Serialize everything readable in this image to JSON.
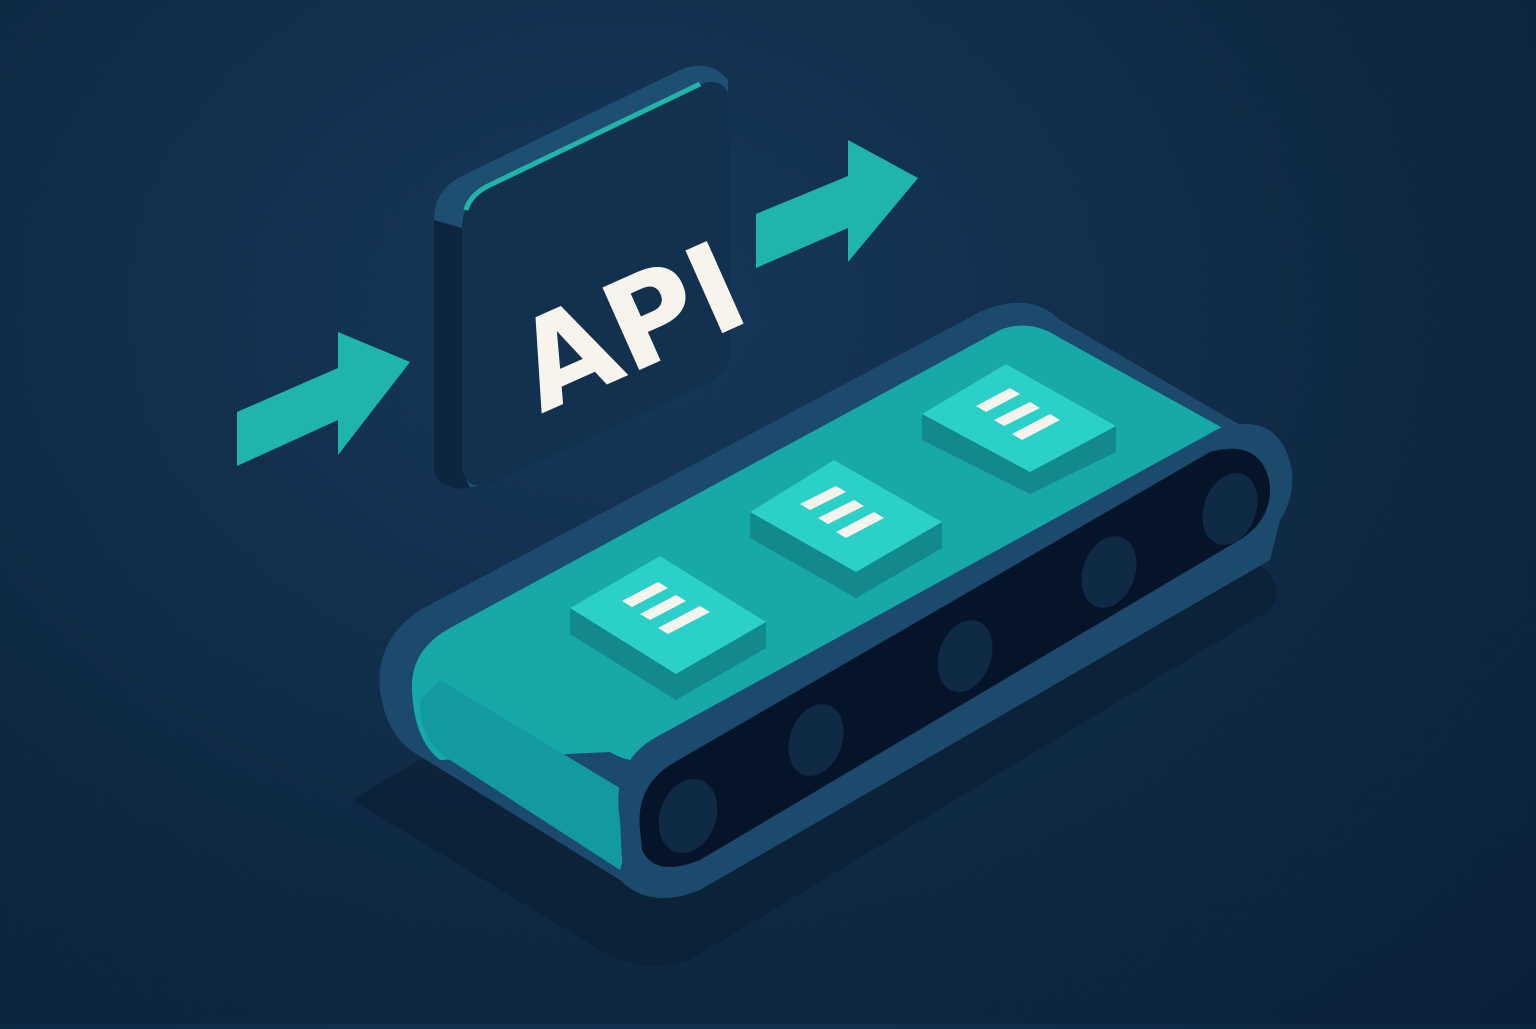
{
  "illustration": {
    "title": "API conveyor pipeline illustration",
    "api_block": {
      "label": "API"
    },
    "arrows": [
      {
        "name": "input-arrow",
        "direction": "into-api"
      },
      {
        "name": "output-arrow",
        "direction": "out-of-api"
      }
    ],
    "conveyor": {
      "packets": [
        {
          "name": "data-packet-1",
          "lines": 3
        },
        {
          "name": "data-packet-2",
          "lines": 3
        },
        {
          "name": "data-packet-3",
          "lines": 3
        }
      ],
      "rollers": 5
    },
    "colors": {
      "background": "#0f2a45",
      "background_light": "#16385a",
      "api_face": "#12314f",
      "api_side": "#1e4e70",
      "api_rim": "#1fb5ac",
      "text": "#f6f4ec",
      "accent_teal": "#1fb5ac",
      "belt_top": "#17a8a8",
      "packet_top": "#2bd0c8",
      "packet_side": "#12898c",
      "frame": "#1c4a6c",
      "frame_inner": "#06142a",
      "roller": "#0f2a45"
    }
  }
}
